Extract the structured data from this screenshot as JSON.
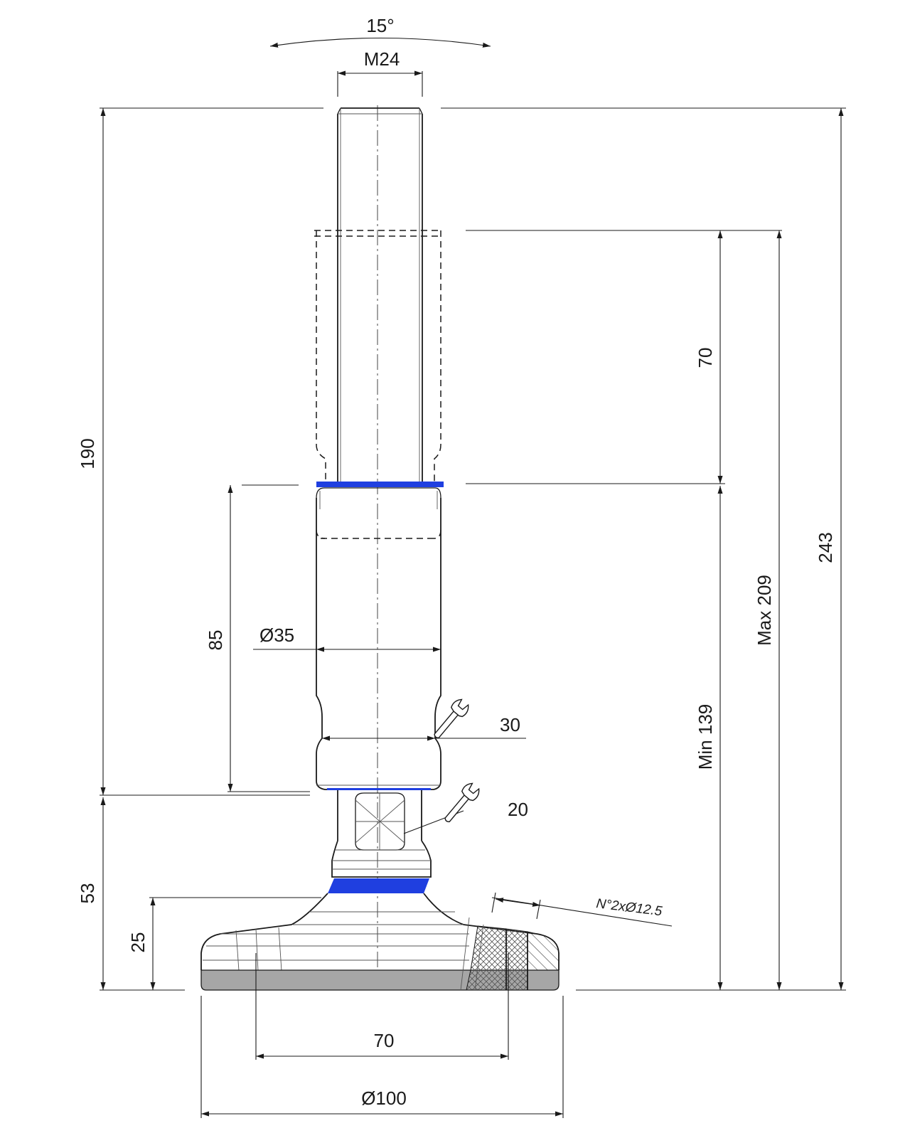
{
  "drawing": {
    "accent_color": "#1f3fe0",
    "base_pad_color": "#a6a6a6",
    "labels": {
      "tilt_angle": "15°",
      "thread": "M24",
      "height_190": "190",
      "height_70": "70",
      "height_243": "243",
      "height_max": "Max 209",
      "height_min": "Min 139",
      "length_85": "85",
      "diameter_35": "Ø35",
      "wrench_30": "30",
      "wrench_20": "20",
      "height_53": "53",
      "height_25": "25",
      "holes_note": "N°2xØ12.5",
      "hole_spacing": "70",
      "diameter_100": "Ø100"
    },
    "icons": [
      "wrench-icon",
      "wrench-icon"
    ]
  }
}
